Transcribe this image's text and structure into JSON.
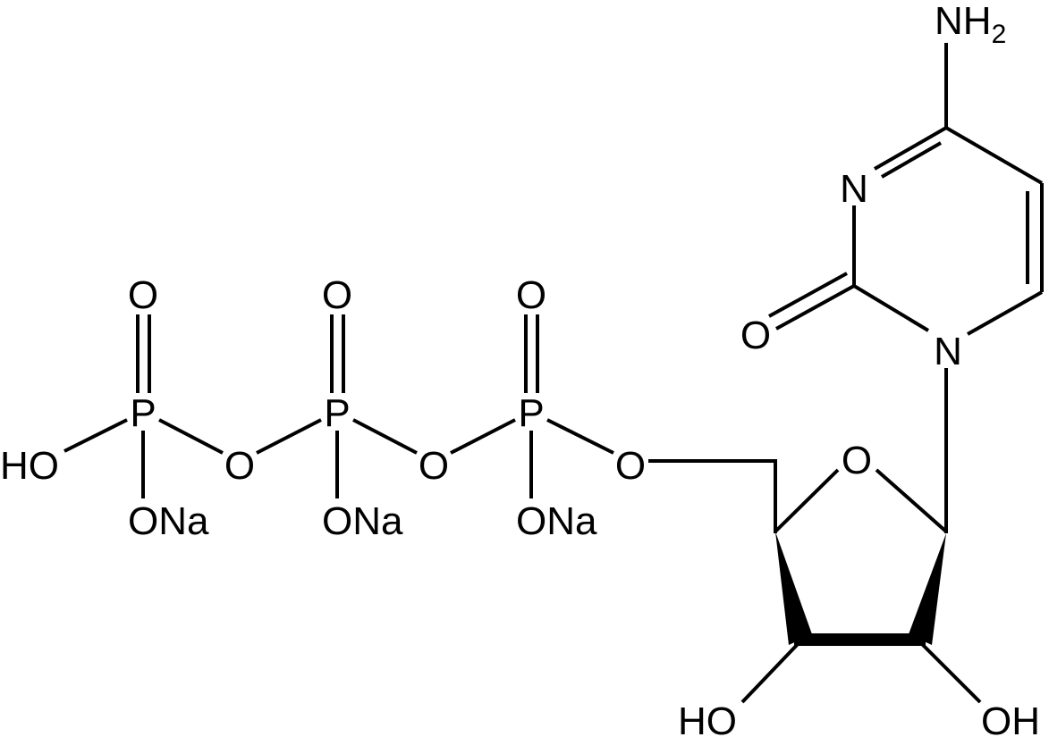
{
  "atoms": {
    "nh2_n": "NH",
    "nh2_sub": "2",
    "n3": "N",
    "n1": "N",
    "carbonyl_o": "O",
    "ring_o": "O",
    "o5": "O",
    "ho_left": "HO",
    "oh_right": "OH",
    "ho_phosphate": "HO",
    "p1": "P",
    "p2": "P",
    "p3": "P",
    "p1_o_top": "O",
    "p2_o_top": "O",
    "p3_o_top": "O",
    "bridge_o1": "O",
    "bridge_o2": "O",
    "p1_ona": "ONa",
    "p2_ona": "ONa",
    "p3_ona": "ONa"
  },
  "colors": {
    "ink": "#000000",
    "background": "#ffffff"
  }
}
